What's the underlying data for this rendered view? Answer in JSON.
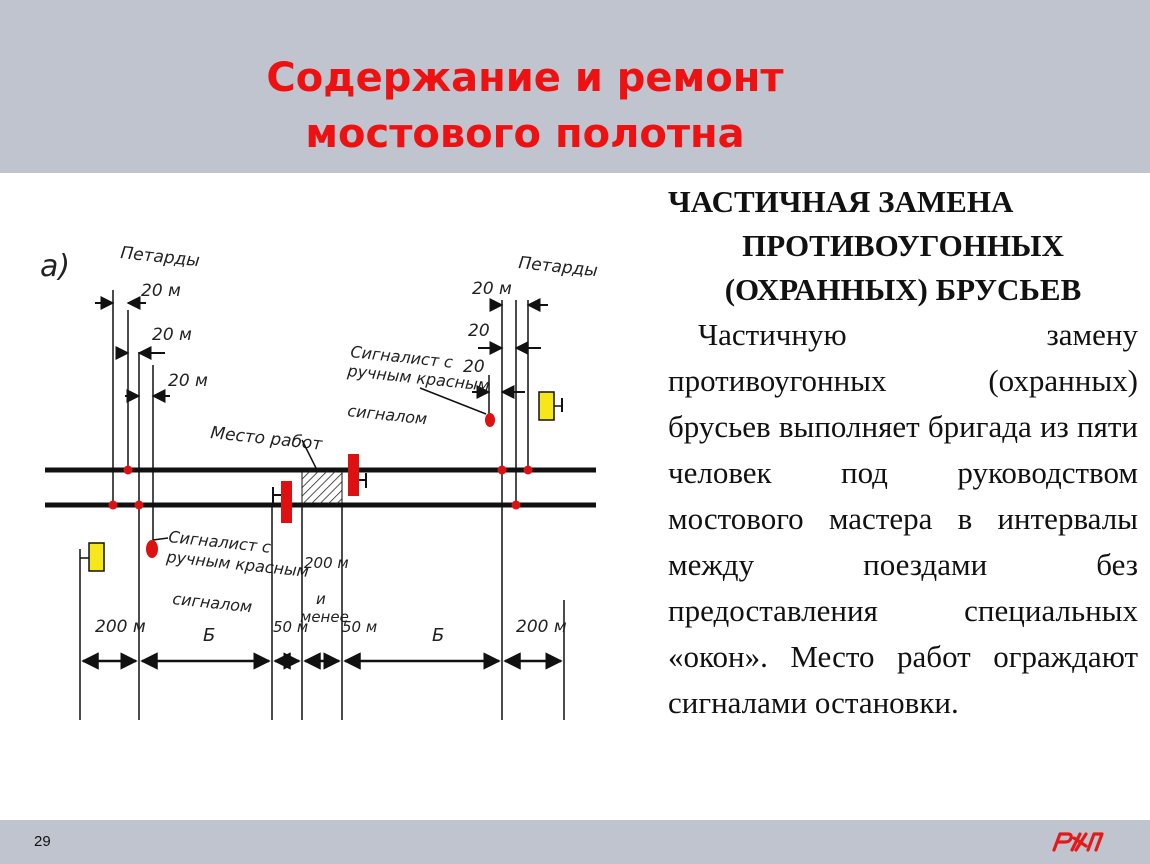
{
  "slide": {
    "title_line1": "Содержание и ремонт",
    "title_line2": "мостового полотна",
    "page_number": "29",
    "logo_text": "РЖД",
    "accent_color": "#ee1111",
    "band_color": "#c0c4cf"
  },
  "diagram": {
    "label_a": "а)",
    "petardy_left": "Петарды",
    "petardy_right": "Петарды",
    "dist_20m": "20 м",
    "dist_20": "20",
    "signalman_top": [
      "Сигналист с",
      "ручным красным",
      "сигналом"
    ],
    "work_place": "Место работ",
    "signalman_bottom": [
      "Сигналист с",
      "ручным красным",
      "сигналом"
    ],
    "dim_200m": "200 м",
    "dim_B": "Б",
    "dim_50m": "50 м",
    "dim_200m_or_less": [
      "200 м",
      "и",
      "менее"
    ]
  },
  "content": {
    "heading_lines": [
      "ЧАСТИЧНАЯ ЗАМЕНА",
      "ПРОТИВОУГОННЫХ",
      "(ОХРАННЫХ) БРУСЬЕВ"
    ],
    "paragraph": "Частичную замену противоугонных (охранных) брусьев выполняет бригада из пяти человек под руководством мостового мастера в интервалы между поездами без предоставления специальных «окон». Место работ ограждают сигналами остановки."
  }
}
